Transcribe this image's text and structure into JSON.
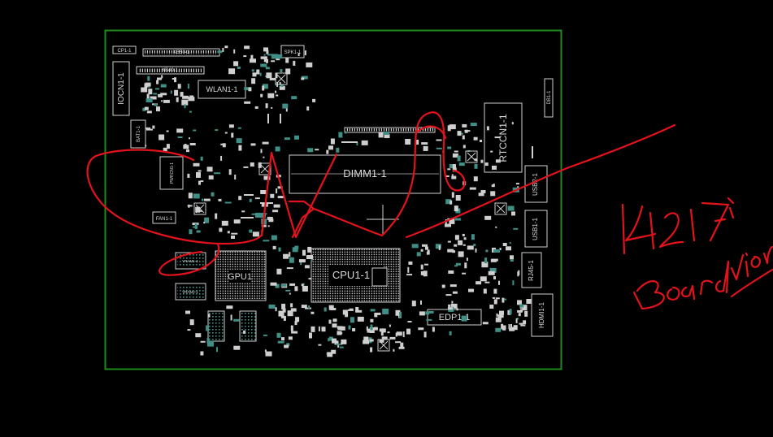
{
  "labels": {
    "cp11": "CP1-1",
    "kb50": "KB50-1",
    "kb40": "KB40-1",
    "spk": "SPK1-1",
    "iocn": "IOCN1-1",
    "wlan": "WLAN1-1",
    "bat": "BAT1-1",
    "pwrcn": "PWRCN1-1",
    "fan": "FAN1-1",
    "dimm": "DIMM1-1",
    "rtccn": "RTCCN1-1",
    "db": "DB1-1",
    "usb2": "USB2-1",
    "usb1": "USB1-1",
    "rj45": "RJ45-1",
    "edp": "EDP1-1",
    "hdmi": "HDMI1-1",
    "cpu": "CPU1-1",
    "gpu": "GPU1",
    "vram1": "VRAM1-1",
    "vram2": "VRAM2-1"
  },
  "annotation": {
    "model": "K4217-I",
    "note": "boardview"
  },
  "colors": {
    "background": "#000000",
    "board_outline": "#1f8a1f",
    "silkscreen": "#d8d8d8",
    "ink": "#e3121b"
  }
}
